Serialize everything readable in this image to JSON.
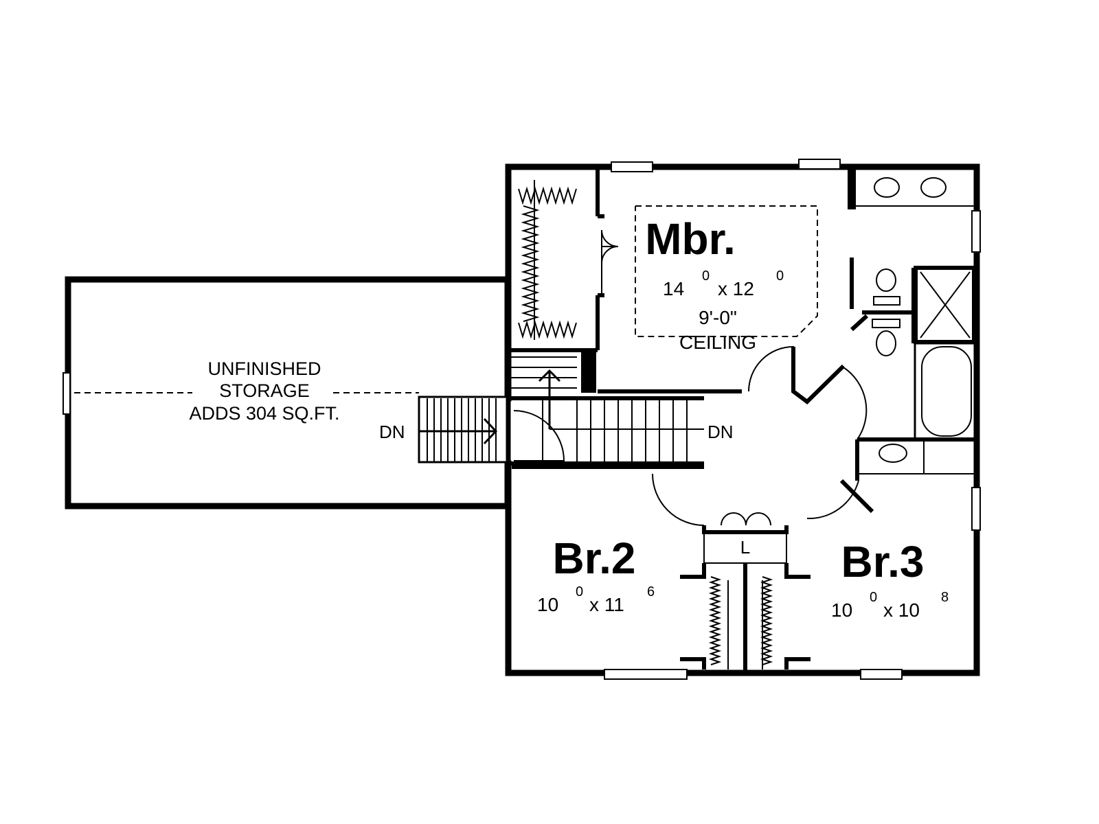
{
  "rooms": {
    "master": {
      "name": "Mbr.",
      "dim_a": "14",
      "dim_a_in": "0",
      "dim_b": "x 12",
      "dim_b_in": "0",
      "ceiling_1": "9'-0\"",
      "ceiling_2": "CEILING"
    },
    "bedroom2": {
      "name": "Br.2",
      "dim_a": "10",
      "dim_a_in": "0",
      "dim_b": "x 11",
      "dim_b_in": "6"
    },
    "bedroom3": {
      "name": "Br.3",
      "dim_a": "10",
      "dim_a_in": "0",
      "dim_b": "x 10",
      "dim_b_in": "8"
    }
  },
  "storage": {
    "line1": "UNFINISHED",
    "line2": "STORAGE",
    "line3": "ADDS 304 SQ.FT."
  },
  "stairs": {
    "left_label": "DN",
    "right_label": "DN"
  },
  "linen": {
    "label": "L"
  }
}
